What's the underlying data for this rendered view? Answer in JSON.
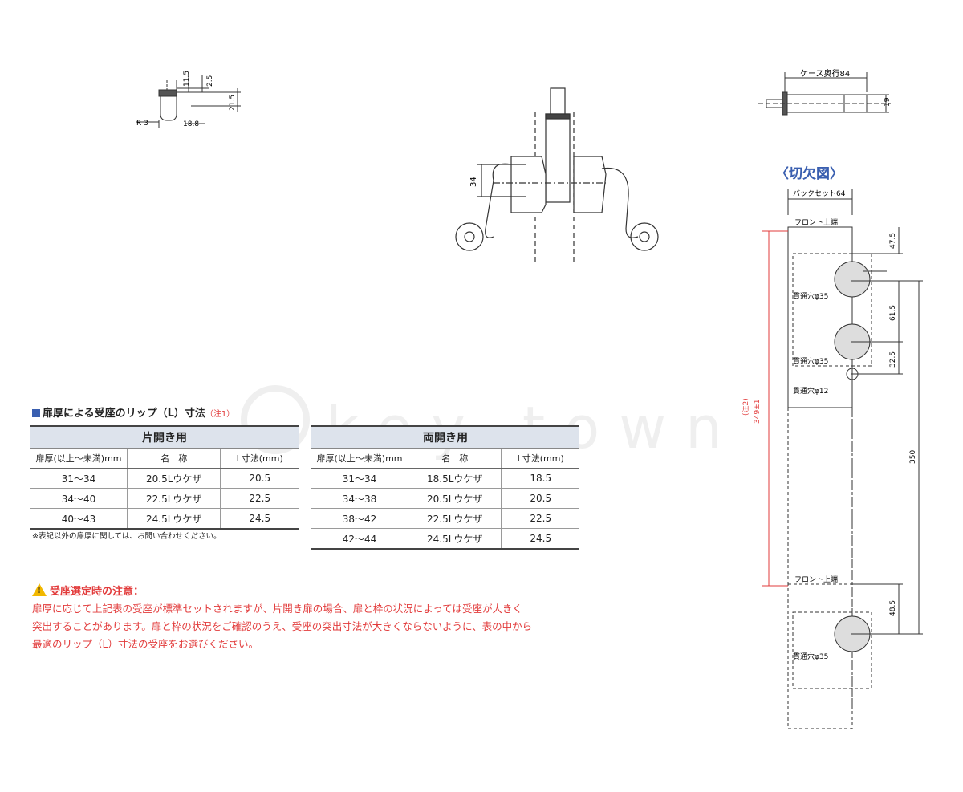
{
  "watermark": "key town",
  "top_left_dims": {
    "d1": "11.5",
    "d2": "2.5",
    "d3": "21.5",
    "r": "R 3",
    "w": "18.8"
  },
  "center_dim": "34",
  "top_right": {
    "depth_label": "ケース奥行84",
    "height": "19"
  },
  "cutaway": {
    "title": "〈切欠図〉",
    "backset_label": "バックセット64",
    "front_top_label_1": "フロント上端",
    "front_top_label_2": "フロント上端",
    "hole_label_1": "貫通穴φ35",
    "hole_label_2": "貫通穴φ35",
    "hole_label_small": "貫通穴φ12",
    "hole_label_3": "貫通穴φ35",
    "dim_47_5": "47.5",
    "dim_61_5": "61.5",
    "dim_32_5": "32.5",
    "dim_350": "350",
    "dim_48_5": "48.5",
    "note2": "(注2)",
    "dim_349": "349±1"
  },
  "table_title": "扉厚による受座のリップ（L）寸法",
  "table_note": "（注1）",
  "table_single": {
    "title": "片開き用",
    "columns": [
      "扉厚(以上〜未満)mm",
      "名　称",
      "L寸法(mm)"
    ],
    "rows": [
      [
        "31〜34",
        "20.5Lウケザ",
        "20.5"
      ],
      [
        "34〜40",
        "22.5Lウケザ",
        "22.5"
      ],
      [
        "40〜43",
        "24.5Lウケザ",
        "24.5"
      ]
    ]
  },
  "table_double": {
    "title": "両開き用",
    "columns": [
      "扉厚(以上〜未満)mm",
      "名　称",
      "L寸法(mm)"
    ],
    "rows": [
      [
        "31〜34",
        "18.5Lウケザ",
        "18.5"
      ],
      [
        "34〜38",
        "20.5Lウケザ",
        "20.5"
      ],
      [
        "38〜42",
        "22.5Lウケザ",
        "22.5"
      ],
      [
        "42〜44",
        "24.5Lウケザ",
        "24.5"
      ]
    ]
  },
  "footnote": "※表記以外の扉厚に関しては、お問い合わせください。",
  "warning": {
    "title": "受座選定時の注意：",
    "line1": "扉厚に応じて上記表の受座が標準セットされますが、片開き扉の場合、扉と枠の状況によっては受座が大きく",
    "line2": "突出することがあります。扉と枠の状況をご確認のうえ、受座の突出寸法が大きくならないように、表の中から",
    "line3": "最適のリップ（L）寸法の受座をお選びください。"
  },
  "colors": {
    "accent_red": "#e23b3b",
    "table_head": "#dde3ec",
    "title_square": "#3a5fb0",
    "warn_yellow": "#f2b800"
  }
}
